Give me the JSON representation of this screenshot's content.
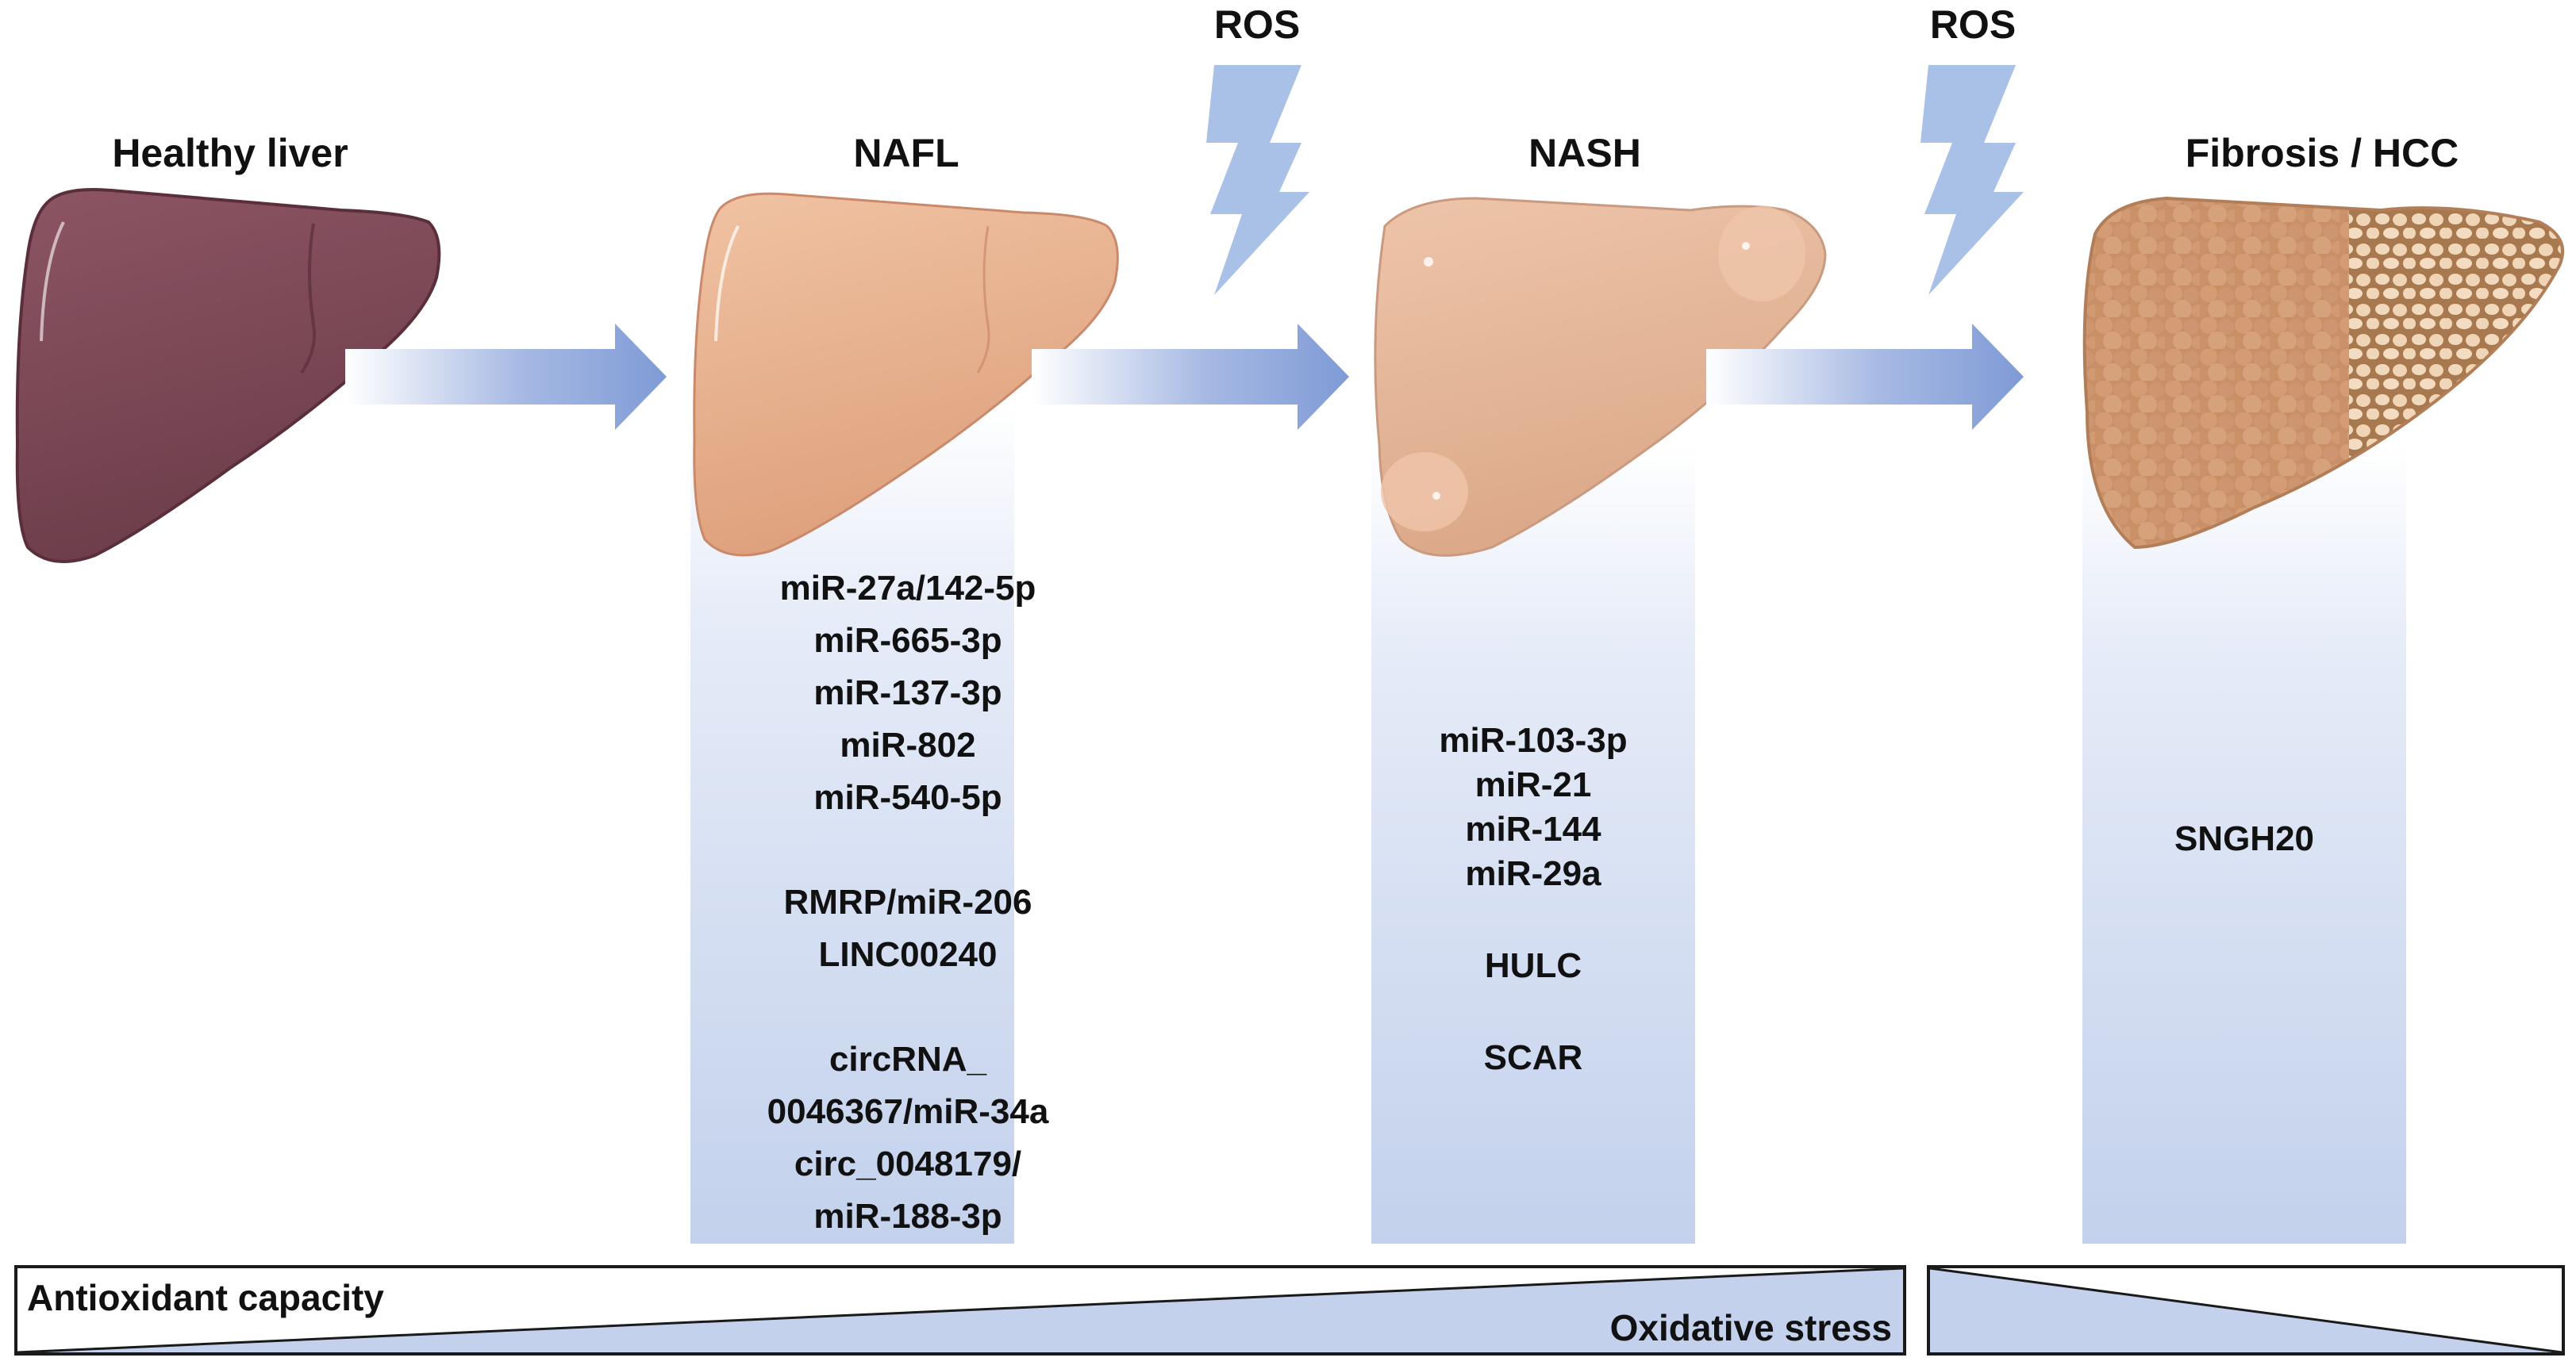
{
  "stages": [
    {
      "id": "healthy",
      "title": "Healthy liver"
    },
    {
      "id": "nafl",
      "title": "NAFL"
    },
    {
      "id": "nash",
      "title": "NASH"
    },
    {
      "id": "fibrosis",
      "title": "Fibrosis / HCC"
    }
  ],
  "ros": [
    "ROS",
    "ROS"
  ],
  "molecules": {
    "nafl": [
      "miR-27a/142-5p",
      "miR-665-3p",
      "miR-137-3p",
      "miR-802",
      "miR-540-5p",
      "",
      "RMRP/miR-206",
      "LINC00240",
      "",
      "circRNA_",
      "0046367/miR-34a",
      "circ_0048179/",
      "miR-188-3p"
    ],
    "nash": [
      "miR-103-3p",
      "miR-21",
      "miR-144",
      "miR-29a",
      "",
      "HULC",
      "",
      "SCAR"
    ],
    "fibrosis": [
      "SNGH20"
    ]
  },
  "bottom_bar": {
    "antioxidant": "Antioxidant capacity",
    "oxidative": "Oxidative stress"
  },
  "colors": {
    "arrow": "#7f9bd6",
    "column": "#c8d5ee",
    "bolt": "#a9c1e6",
    "healthy_liver": "#7e4a58",
    "nafl_liver": "#e8b290",
    "nash_liver": "#e3b195",
    "fibrosis_liver": "#c9926a"
  }
}
